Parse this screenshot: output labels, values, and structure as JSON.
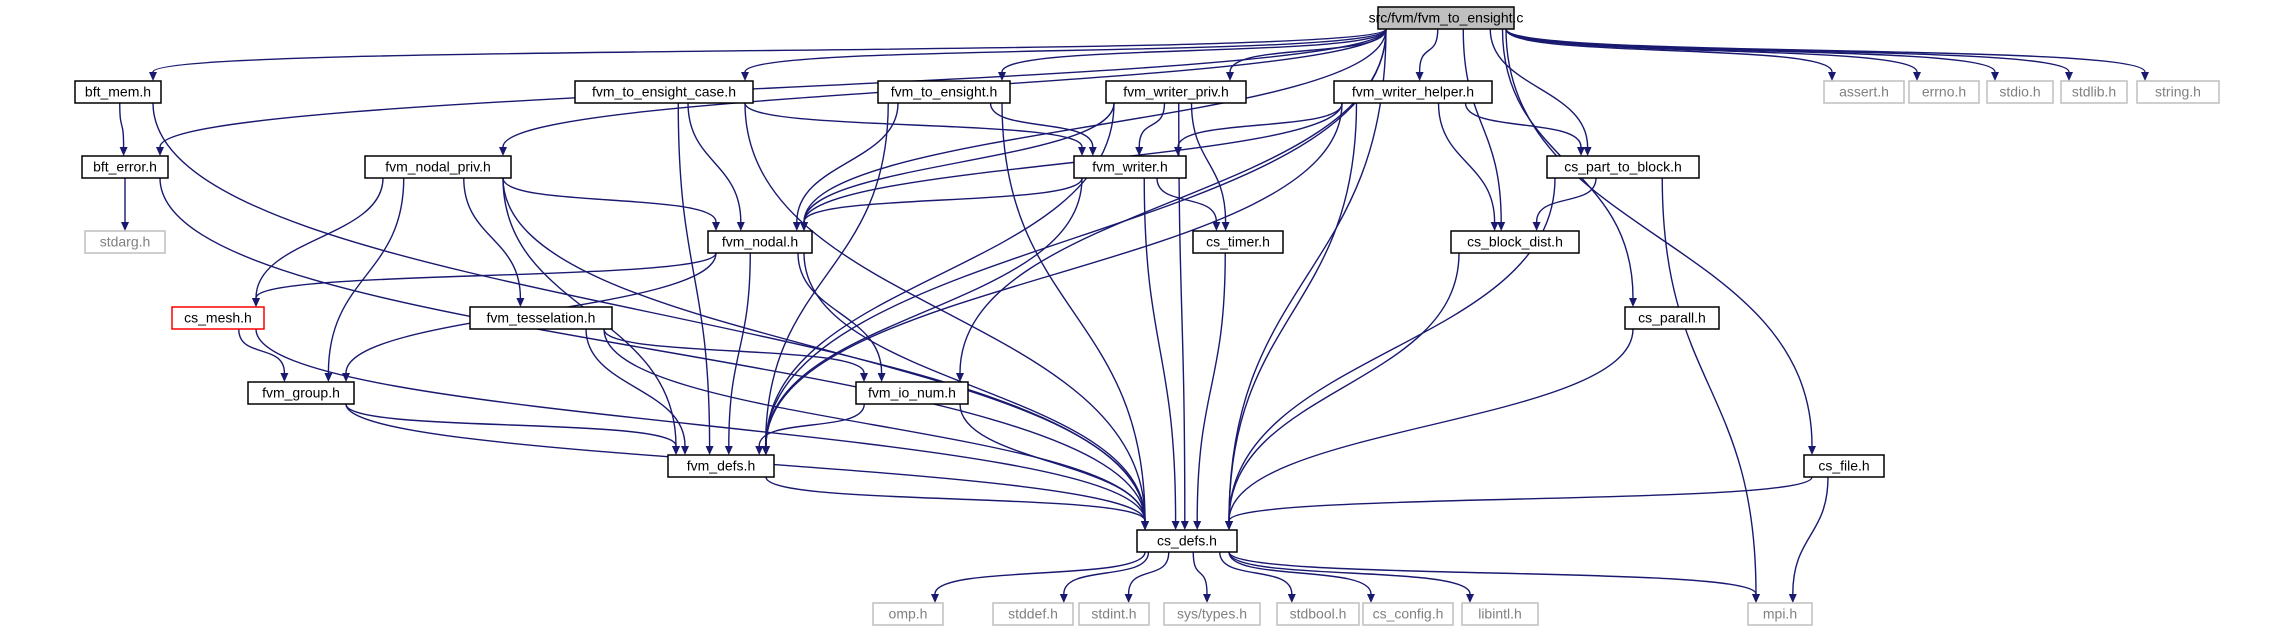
{
  "diagram": {
    "colors": {
      "edge": "#191970",
      "normal_border": "#000000",
      "missing_border": "#bfbfbf",
      "truncated_border": "#ff0000",
      "root_fill": "#bfbfbf",
      "fill": "#ffffff",
      "text": "#000000",
      "missing_text": "#808080"
    },
    "nodes": [
      {
        "id": "root",
        "label": "src/fvm/fvm_to_ensight.c",
        "style": "root"
      },
      {
        "id": "bft_mem",
        "label": "bft_mem.h",
        "style": "normal"
      },
      {
        "id": "fvm_to_ensight_case",
        "label": "fvm_to_ensight_case.h",
        "style": "normal"
      },
      {
        "id": "fvm_to_ensight",
        "label": "fvm_to_ensight.h",
        "style": "normal"
      },
      {
        "id": "fvm_writer_priv",
        "label": "fvm_writer_priv.h",
        "style": "normal"
      },
      {
        "id": "fvm_writer_helper",
        "label": "fvm_writer_helper.h",
        "style": "normal"
      },
      {
        "id": "assert",
        "label": "assert.h",
        "style": "missing"
      },
      {
        "id": "errno",
        "label": "errno.h",
        "style": "missing"
      },
      {
        "id": "stdio",
        "label": "stdio.h",
        "style": "missing"
      },
      {
        "id": "stdlib",
        "label": "stdlib.h",
        "style": "missing"
      },
      {
        "id": "string",
        "label": "string.h",
        "style": "missing"
      },
      {
        "id": "bft_error",
        "label": "bft_error.h",
        "style": "normal"
      },
      {
        "id": "fvm_nodal_priv",
        "label": "fvm_nodal_priv.h",
        "style": "normal"
      },
      {
        "id": "fvm_writer",
        "label": "fvm_writer.h",
        "style": "normal"
      },
      {
        "id": "cs_part_to_block",
        "label": "cs_part_to_block.h",
        "style": "normal"
      },
      {
        "id": "stdarg",
        "label": "stdarg.h",
        "style": "missing"
      },
      {
        "id": "fvm_nodal",
        "label": "fvm_nodal.h",
        "style": "normal"
      },
      {
        "id": "cs_timer",
        "label": "cs_timer.h",
        "style": "normal"
      },
      {
        "id": "cs_block_dist",
        "label": "cs_block_dist.h",
        "style": "normal"
      },
      {
        "id": "cs_mesh",
        "label": "cs_mesh.h",
        "style": "truncated"
      },
      {
        "id": "fvm_tesselation",
        "label": "fvm_tesselation.h",
        "style": "normal"
      },
      {
        "id": "cs_parall",
        "label": "cs_parall.h",
        "style": "normal"
      },
      {
        "id": "fvm_group",
        "label": "fvm_group.h",
        "style": "normal"
      },
      {
        "id": "fvm_io_num",
        "label": "fvm_io_num.h",
        "style": "normal"
      },
      {
        "id": "fvm_defs",
        "label": "fvm_defs.h",
        "style": "normal"
      },
      {
        "id": "cs_file",
        "label": "cs_file.h",
        "style": "normal"
      },
      {
        "id": "cs_defs",
        "label": "cs_defs.h",
        "style": "normal"
      },
      {
        "id": "omp",
        "label": "omp.h",
        "style": "missing"
      },
      {
        "id": "stddef",
        "label": "stddef.h",
        "style": "missing"
      },
      {
        "id": "stdint",
        "label": "stdint.h",
        "style": "missing"
      },
      {
        "id": "sys_types",
        "label": "sys/types.h",
        "style": "missing"
      },
      {
        "id": "stdbool",
        "label": "stdbool.h",
        "style": "missing"
      },
      {
        "id": "cs_config",
        "label": "cs_config.h",
        "style": "missing"
      },
      {
        "id": "libintl",
        "label": "libintl.h",
        "style": "missing"
      },
      {
        "id": "mpi",
        "label": "mpi.h",
        "style": "missing"
      }
    ],
    "edges": [
      [
        "root",
        "bft_mem"
      ],
      [
        "root",
        "bft_error"
      ],
      [
        "root",
        "fvm_nodal_priv"
      ],
      [
        "root",
        "fvm_defs"
      ],
      [
        "root",
        "fvm_to_ensight_case"
      ],
      [
        "root",
        "fvm_nodal"
      ],
      [
        "root",
        "fvm_io_num"
      ],
      [
        "root",
        "fvm_to_ensight"
      ],
      [
        "root",
        "fvm_writer_priv"
      ],
      [
        "root",
        "fvm_writer_helper"
      ],
      [
        "root",
        "cs_block_dist"
      ],
      [
        "root",
        "cs_part_to_block"
      ],
      [
        "root",
        "cs_defs"
      ],
      [
        "root",
        "cs_parall"
      ],
      [
        "root",
        "cs_file"
      ],
      [
        "root",
        "assert"
      ],
      [
        "root",
        "errno"
      ],
      [
        "root",
        "stdio"
      ],
      [
        "root",
        "stdlib"
      ],
      [
        "root",
        "string"
      ],
      [
        "bft_mem",
        "bft_error"
      ],
      [
        "bft_mem",
        "cs_defs"
      ],
      [
        "bft_error",
        "stdarg"
      ],
      [
        "bft_error",
        "cs_defs"
      ],
      [
        "fvm_to_ensight_case",
        "fvm_writer"
      ],
      [
        "fvm_to_ensight_case",
        "fvm_nodal"
      ],
      [
        "fvm_to_ensight_case",
        "fvm_defs"
      ],
      [
        "fvm_to_ensight_case",
        "cs_defs"
      ],
      [
        "fvm_to_ensight",
        "fvm_writer"
      ],
      [
        "fvm_to_ensight",
        "fvm_nodal"
      ],
      [
        "fvm_to_ensight",
        "fvm_defs"
      ],
      [
        "fvm_to_ensight",
        "cs_defs"
      ],
      [
        "fvm_writer_priv",
        "fvm_writer"
      ],
      [
        "fvm_writer_priv",
        "fvm_nodal"
      ],
      [
        "fvm_writer_priv",
        "cs_timer"
      ],
      [
        "fvm_writer_priv",
        "fvm_defs"
      ],
      [
        "fvm_writer_priv",
        "cs_defs"
      ],
      [
        "fvm_writer_helper",
        "fvm_writer"
      ],
      [
        "fvm_writer_helper",
        "fvm_nodal"
      ],
      [
        "fvm_writer_helper",
        "fvm_defs"
      ],
      [
        "fvm_writer_helper",
        "cs_block_dist"
      ],
      [
        "fvm_writer_helper",
        "cs_part_to_block"
      ],
      [
        "fvm_writer_helper",
        "cs_defs"
      ],
      [
        "fvm_nodal_priv",
        "fvm_nodal"
      ],
      [
        "fvm_nodal_priv",
        "cs_mesh"
      ],
      [
        "fvm_nodal_priv",
        "fvm_tesselation"
      ],
      [
        "fvm_nodal_priv",
        "fvm_group"
      ],
      [
        "fvm_nodal_priv",
        "fvm_defs"
      ],
      [
        "fvm_nodal_priv",
        "cs_defs"
      ],
      [
        "fvm_writer",
        "fvm_nodal"
      ],
      [
        "fvm_writer",
        "cs_timer"
      ],
      [
        "fvm_writer",
        "fvm_defs"
      ],
      [
        "fvm_writer",
        "cs_defs"
      ],
      [
        "cs_part_to_block",
        "cs_block_dist"
      ],
      [
        "cs_part_to_block",
        "cs_defs"
      ],
      [
        "cs_part_to_block",
        "mpi"
      ],
      [
        "fvm_nodal",
        "cs_mesh"
      ],
      [
        "fvm_nodal",
        "fvm_group"
      ],
      [
        "fvm_nodal",
        "fvm_io_num"
      ],
      [
        "fvm_nodal",
        "fvm_defs"
      ],
      [
        "fvm_nodal",
        "cs_defs"
      ],
      [
        "cs_timer",
        "cs_defs"
      ],
      [
        "cs_block_dist",
        "cs_defs"
      ],
      [
        "cs_mesh",
        "fvm_group"
      ],
      [
        "cs_mesh",
        "cs_defs"
      ],
      [
        "fvm_tesselation",
        "fvm_io_num"
      ],
      [
        "fvm_tesselation",
        "fvm_defs"
      ],
      [
        "fvm_tesselation",
        "cs_defs"
      ],
      [
        "cs_parall",
        "cs_defs"
      ],
      [
        "fvm_group",
        "fvm_defs"
      ],
      [
        "fvm_group",
        "cs_defs"
      ],
      [
        "fvm_io_num",
        "fvm_defs"
      ],
      [
        "fvm_io_num",
        "cs_defs"
      ],
      [
        "fvm_defs",
        "cs_defs"
      ],
      [
        "cs_file",
        "cs_defs"
      ],
      [
        "cs_file",
        "mpi"
      ],
      [
        "cs_defs",
        "omp"
      ],
      [
        "cs_defs",
        "stddef"
      ],
      [
        "cs_defs",
        "stdint"
      ],
      [
        "cs_defs",
        "sys_types"
      ],
      [
        "cs_defs",
        "stdbool"
      ],
      [
        "cs_defs",
        "cs_config"
      ],
      [
        "cs_defs",
        "libintl"
      ],
      [
        "cs_defs",
        "mpi"
      ]
    ]
  }
}
